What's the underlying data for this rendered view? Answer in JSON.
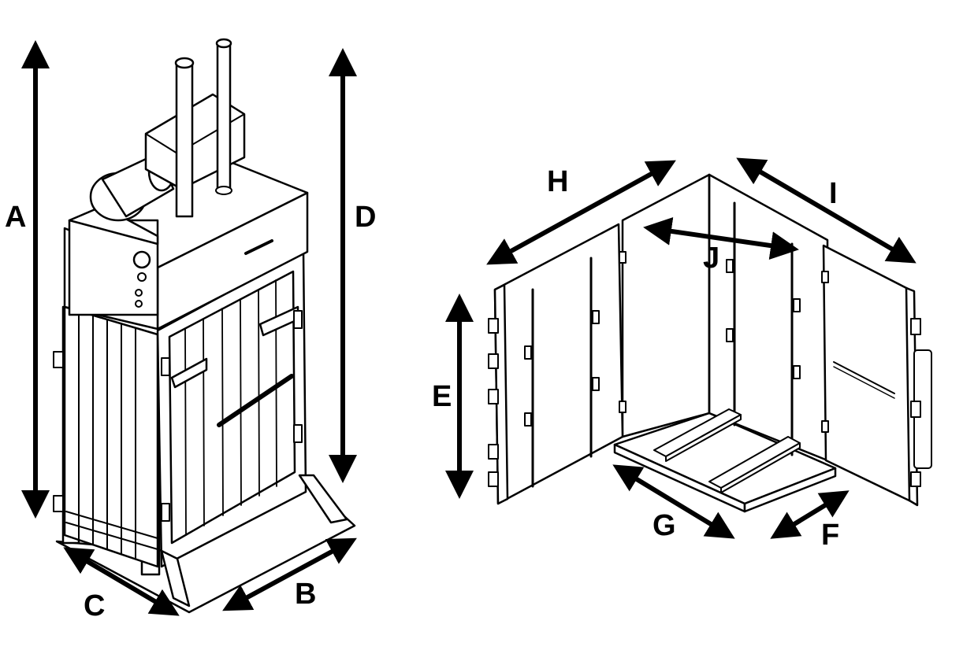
{
  "labels": {
    "A": "A",
    "B": "B",
    "C": "C",
    "D": "D",
    "E": "E",
    "F": "F",
    "G": "G",
    "H": "H",
    "I": "I",
    "J": "J"
  },
  "colors": {
    "ink": "#000000",
    "background": "#ffffff"
  }
}
